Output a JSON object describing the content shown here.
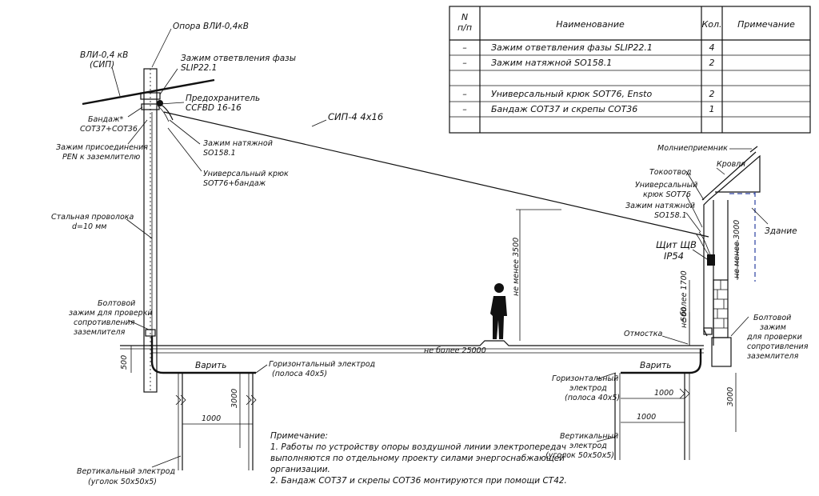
{
  "table": {
    "headers": [
      "N\nп/п",
      "Наименование",
      "Кол.",
      "Примечание"
    ],
    "rows": [
      {
        "num": "–",
        "name": "Зажим ответвления фазы SLIP22.1",
        "qty": "4",
        "note": ""
      },
      {
        "num": "–",
        "name": "Зажим натяжной SO158.1",
        "qty": "2",
        "note": ""
      },
      {
        "num": "",
        "name": "",
        "qty": "",
        "note": ""
      },
      {
        "num": "–",
        "name": "Универсальный крюк SOT76, Ensto",
        "qty": "2",
        "note": ""
      },
      {
        "num": "–",
        "name": "Бандаж COT37 и скрепы COT36",
        "qty": "1",
        "note": ""
      },
      {
        "num": "",
        "name": "",
        "qty": "",
        "note": ""
      }
    ]
  },
  "labels": {
    "pole_support": "Опора ВЛИ-0,4кВ",
    "vli_line_1": "ВЛИ-0,4 кВ",
    "vli_line_2": "(СИП)",
    "phase_clamp_1": "Зажим ответвления фазы",
    "phase_clamp_2": "SLIP22.1",
    "fuse_1": "Предохранитель",
    "fuse_2": "CCFBD 16-16",
    "bandage_1": "Бандаж*",
    "bandage_2": "COT37+COT36",
    "pen_clamp_1": "Зажим присоединения",
    "pen_clamp_2": "PEN к заземлителю",
    "tension_clamp_1": "Зажим натяжной",
    "tension_clamp_2": "SO158.1",
    "hook_1": "Универсальный крюк",
    "hook_2": "SOT76+бандаж",
    "sip_cable": "СИП-4 4х16",
    "steel_wire_1": "Стальная проволока",
    "steel_wire_2": "d=10 мм",
    "bolt_clamp_left_1": "Болтовой",
    "bolt_clamp_left_2": "зажим для проверки",
    "bolt_clamp_left_3": "сопротивления",
    "bolt_clamp_left_4": "заземлителя",
    "dim_500": "500",
    "weld_left": "Варить",
    "horiz_electrode_left_1": "Горизонтальный электрод",
    "horiz_electrode_left_2": "(полоса 40х5)",
    "dim_3000_left": "3000",
    "dim_1000_left": "1000",
    "vert_electrode_left_1": "Вертикальный электрод",
    "vert_electrode_left_2": "(уголок 50х50х5)",
    "dim_not_more_25000": "не более 25000",
    "dim_not_less_3500": "не менее 3500",
    "lightning_rod": "Молниеприемник",
    "roof": "Кровля",
    "down_conductor": "Токоотвод",
    "hook_right_1": "Универсальный",
    "hook_right_2": "крюк SOT76",
    "tension_right_1": "Зажим натяжной",
    "tension_right_2": "SO158.1",
    "building": "Здание",
    "panel_1": "Щит ЩВ",
    "panel_2": "IP54",
    "dim_not_less_3000": "не менее 3000",
    "dim_not_more_1700": "не более 1700",
    "dim_500_right": "500",
    "blind_area": "Отмостка",
    "bolt_clamp_right_1": "Болтовой",
    "bolt_clamp_right_2": "зажим",
    "bolt_clamp_right_3": "для проверки",
    "bolt_clamp_right_4": "сопротивления",
    "bolt_clamp_right_5": "заземлителя",
    "weld_right": "Варить",
    "horiz_electrode_right_1": "Горизонтальный",
    "horiz_electrode_right_2": "электрод",
    "horiz_electrode_right_3": "(полоса 40х5)",
    "dim_1000_right_a": "1000",
    "dim_1000_right_b": "1000",
    "dim_3000_right": "3000",
    "vert_electrode_right_1": "Вертикальный",
    "vert_electrode_right_2": "электрод",
    "vert_electrode_right_3": "(уголок 50х50х5)"
  },
  "notes": {
    "title": "Примечание:",
    "lines": [
      "1. Работы по устройству опоры воздушной линии электропередач",
      "выполняются по отдельному проекту силами энергоснабжающей",
      "организации.",
      "2. Бандаж COT37 и скрепы COT36 монтируются при помощи CT42."
    ]
  },
  "colors": {
    "ink": "#111111",
    "dashed_building": "#2a3fa0"
  }
}
